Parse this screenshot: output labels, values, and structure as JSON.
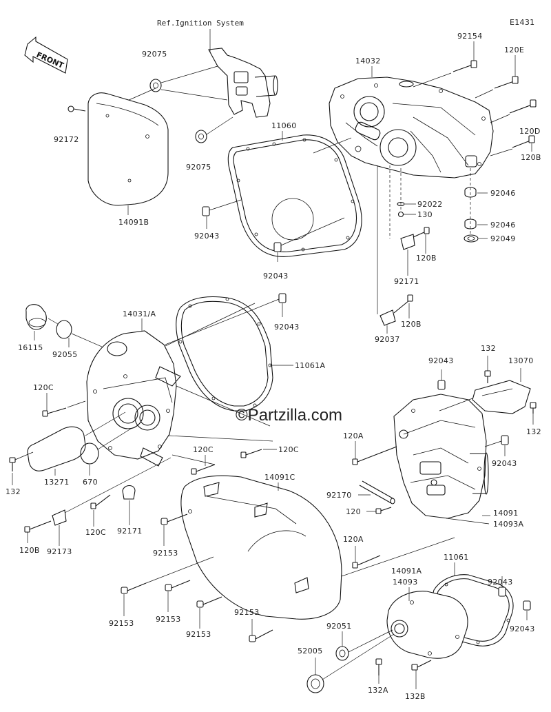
{
  "diagram": {
    "code": "E1431",
    "reference": "Ref.Ignition System",
    "front_arrow": "FRONT",
    "watermark": "©Partzilla.com"
  },
  "labels": [
    {
      "id": "92154",
      "text": "92154"
    },
    {
      "id": "14032",
      "text": "14032"
    },
    {
      "id": "120E",
      "text": "120E"
    },
    {
      "id": "120D",
      "text": "120D"
    },
    {
      "id": "120B-a",
      "text": "120B"
    },
    {
      "id": "92046-a",
      "text": "92046"
    },
    {
      "id": "92046-b",
      "text": "92046"
    },
    {
      "id": "92049",
      "text": "92049"
    },
    {
      "id": "92022",
      "text": "92022"
    },
    {
      "id": "130",
      "text": "130"
    },
    {
      "id": "120B-b",
      "text": "120B"
    },
    {
      "id": "92171-a",
      "text": "92171"
    },
    {
      "id": "120B-c",
      "text": "120B"
    },
    {
      "id": "92037",
      "text": "92037"
    },
    {
      "id": "92075-a",
      "text": "92075"
    },
    {
      "id": "92075-b",
      "text": "92075"
    },
    {
      "id": "92172",
      "text": "92172"
    },
    {
      "id": "14091B",
      "text": "14091B"
    },
    {
      "id": "11060",
      "text": "11060"
    },
    {
      "id": "92043-a",
      "text": "92043"
    },
    {
      "id": "92043-b",
      "text": "92043"
    },
    {
      "id": "14031A",
      "text": "14031/A"
    },
    {
      "id": "92043-c",
      "text": "92043"
    },
    {
      "id": "16115",
      "text": "16115"
    },
    {
      "id": "92055",
      "text": "92055"
    },
    {
      "id": "11061A",
      "text": "11061A"
    },
    {
      "id": "120C-a",
      "text": "120C"
    },
    {
      "id": "132-a",
      "text": "132"
    },
    {
      "id": "13271",
      "text": "13271"
    },
    {
      "id": "670",
      "text": "670"
    },
    {
      "id": "120C-b",
      "text": "120C"
    },
    {
      "id": "120C-c",
      "text": "120C"
    },
    {
      "id": "120B-d",
      "text": "120B"
    },
    {
      "id": "92173",
      "text": "92173"
    },
    {
      "id": "120C-d",
      "text": "120C"
    },
    {
      "id": "92171-b",
      "text": "92171"
    },
    {
      "id": "92153-a",
      "text": "92153"
    },
    {
      "id": "14091C",
      "text": "14091C"
    },
    {
      "id": "92153-b",
      "text": "92153"
    },
    {
      "id": "92153-c",
      "text": "92153"
    },
    {
      "id": "92153-d",
      "text": "92153"
    },
    {
      "id": "92153-e",
      "text": "92153"
    },
    {
      "id": "92043-d",
      "text": "92043"
    },
    {
      "id": "132-b",
      "text": "132"
    },
    {
      "id": "13070",
      "text": "13070"
    },
    {
      "id": "132-c",
      "text": "132"
    },
    {
      "id": "120A-a",
      "text": "120A"
    },
    {
      "id": "92043-e",
      "text": "92043"
    },
    {
      "id": "92170",
      "text": "92170"
    },
    {
      "id": "120",
      "text": "120"
    },
    {
      "id": "14091",
      "text": "14091"
    },
    {
      "id": "14093A",
      "text": "14093A"
    },
    {
      "id": "120A-b",
      "text": "120A"
    },
    {
      "id": "11061",
      "text": "11061"
    },
    {
      "id": "14091A",
      "text": "14091A"
    },
    {
      "id": "14093",
      "text": "14093"
    },
    {
      "id": "92043-f",
      "text": "92043"
    },
    {
      "id": "92051",
      "text": "92051"
    },
    {
      "id": "52005",
      "text": "52005"
    },
    {
      "id": "92043-g",
      "text": "92043"
    },
    {
      "id": "132A",
      "text": "132A"
    },
    {
      "id": "132B",
      "text": "132B"
    }
  ]
}
